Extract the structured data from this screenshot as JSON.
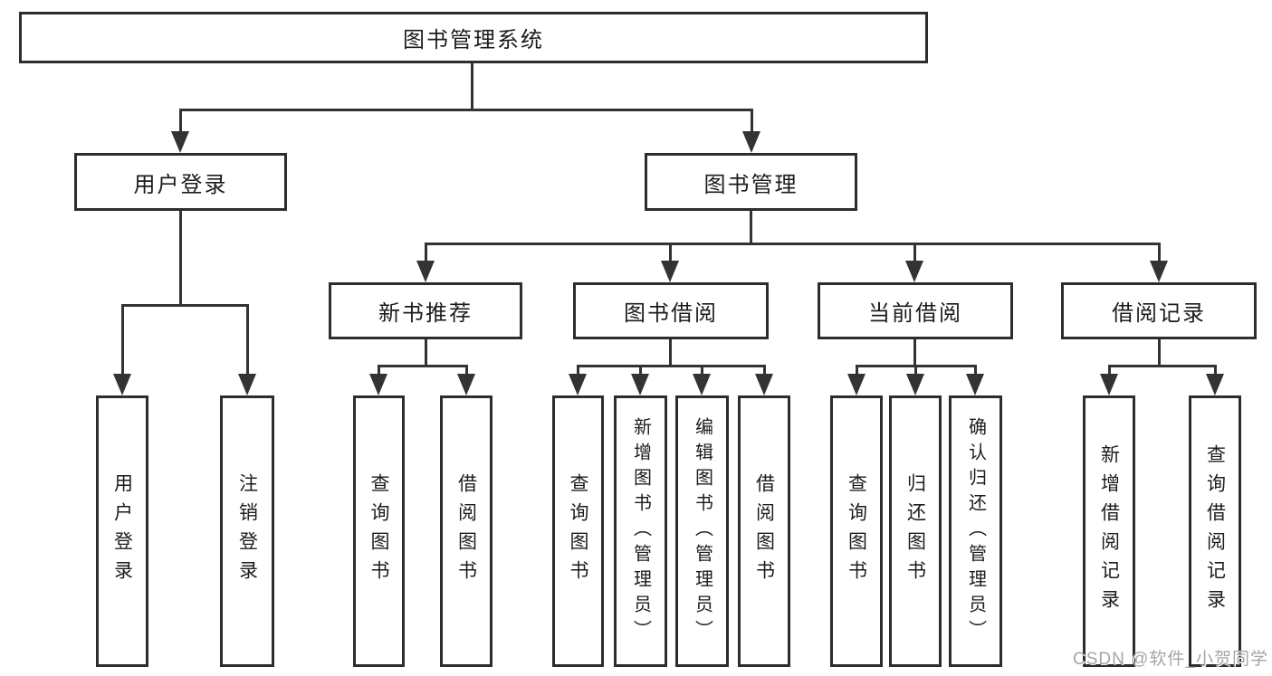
{
  "diagram": {
    "title": "图书管理系统",
    "level2": {
      "user_login": "用户登录",
      "book_mgmt": "图书管理"
    },
    "level3": {
      "new_book_rec": "新书推荐",
      "book_borrow": "图书借阅",
      "current_borrow": "当前借阅",
      "borrow_record": "借阅记录"
    },
    "leaves": {
      "user_login_leaf": "用户登录",
      "logout": "注销登录",
      "rec_query_book": "查询图书",
      "rec_borrow_book": "借阅图书",
      "bw_query_book": "查询图书",
      "bw_add_book": "新增图书（管理员）",
      "bw_edit_book": "编辑图书（管理员）",
      "bw_borrow_book": "借阅图书",
      "cur_query_book": "查询图书",
      "cur_return_book": "归还图书",
      "cur_confirm_return": "确认归还（管理员）",
      "rd_add_record": "新增借阅记录",
      "rd_query_record": "查询借阅记录"
    }
  },
  "watermark": "CSDN @软件_小贺同学",
  "colors": {
    "line": "#333333",
    "box_border": "#2d2d2d",
    "box_fill": "#ffffff",
    "text": "#1c1c1c",
    "watermark_text": "#a6a6a6",
    "background": "#ffffff"
  }
}
